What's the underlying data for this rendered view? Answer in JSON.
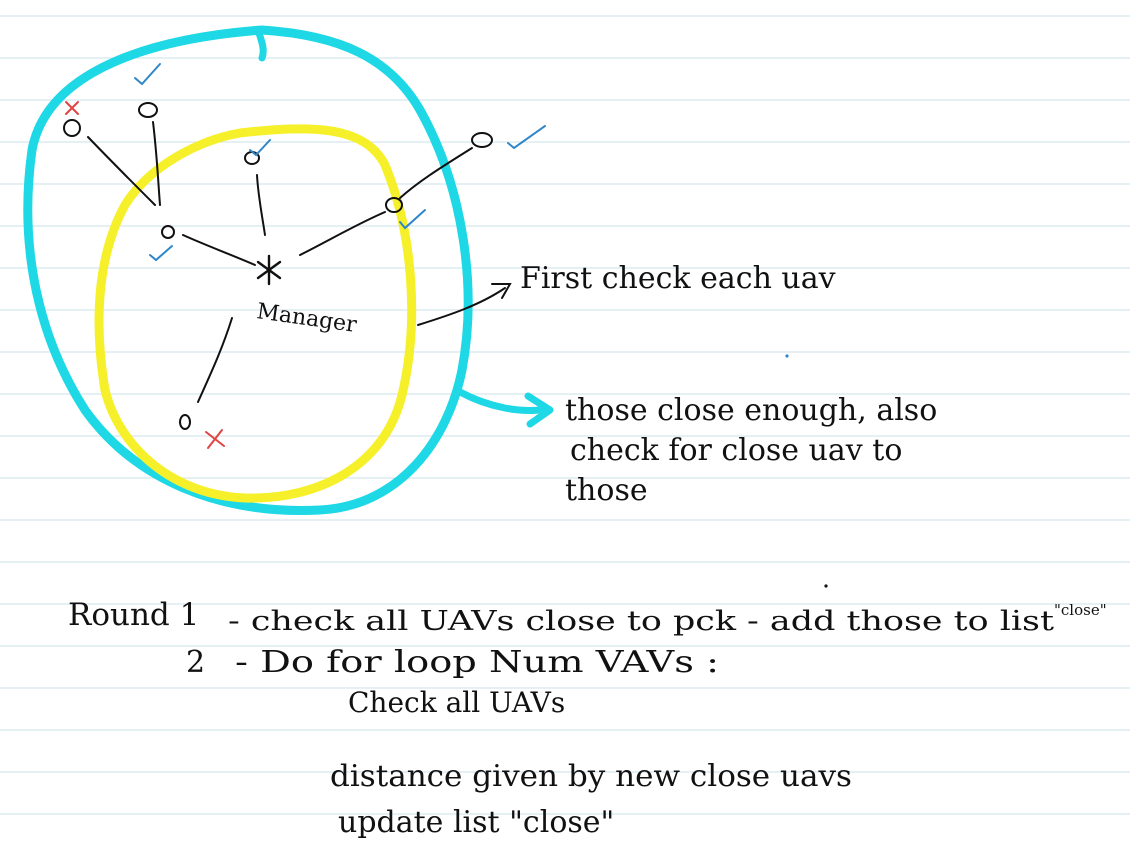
{
  "notes": {
    "manager_label": "Manager",
    "step_first": "First check each uav",
    "step_close_1": "those close enough, also",
    "step_close_2": "check for close uav to",
    "step_close_3": "those",
    "round1_label": "Round 1",
    "round1_text": "- check all UAVs close to pck  - add those to list",
    "round1_list": "\"close\"",
    "round2_number": "2",
    "round2_text": "- Do for loop Num VAVs :",
    "round2_sub": "Check all UAVs",
    "distance_text": "distance given by new close uavs",
    "update_text": "update list \"close\""
  },
  "colors": {
    "outer_ring": "#1ed8e6",
    "inner_ring": "#f6f02a",
    "ink": "#111111",
    "check_mark": "#2f86c9",
    "cross_mark": "#e04545",
    "paper_line": "#d5e6ee"
  },
  "icons": {
    "manager_node": "asterisk",
    "uav_node": "circle",
    "approved": "check-mark",
    "rejected": "x-mark"
  }
}
